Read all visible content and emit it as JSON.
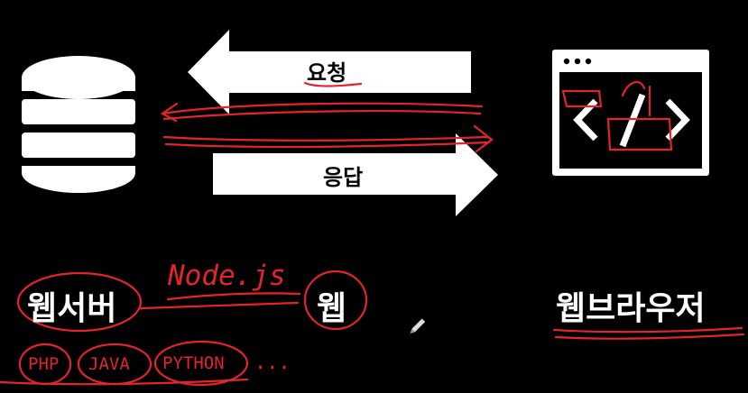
{
  "arrows": {
    "request_label": "요청",
    "response_label": "응답"
  },
  "labels": {
    "web_server": "웹서버",
    "web": "웹",
    "web_browser": "웹브라우저"
  },
  "handwriting": {
    "node": "Node.js",
    "php": "PHP",
    "java": "JAVA",
    "python": "PYTHON",
    "ellipsis": "..."
  },
  "colors": {
    "background": "#000000",
    "foreground": "#ffffff",
    "annotation": "#e3242b"
  },
  "icons": [
    "database-icon",
    "code-browser-icon",
    "pen-cursor-icon"
  ]
}
